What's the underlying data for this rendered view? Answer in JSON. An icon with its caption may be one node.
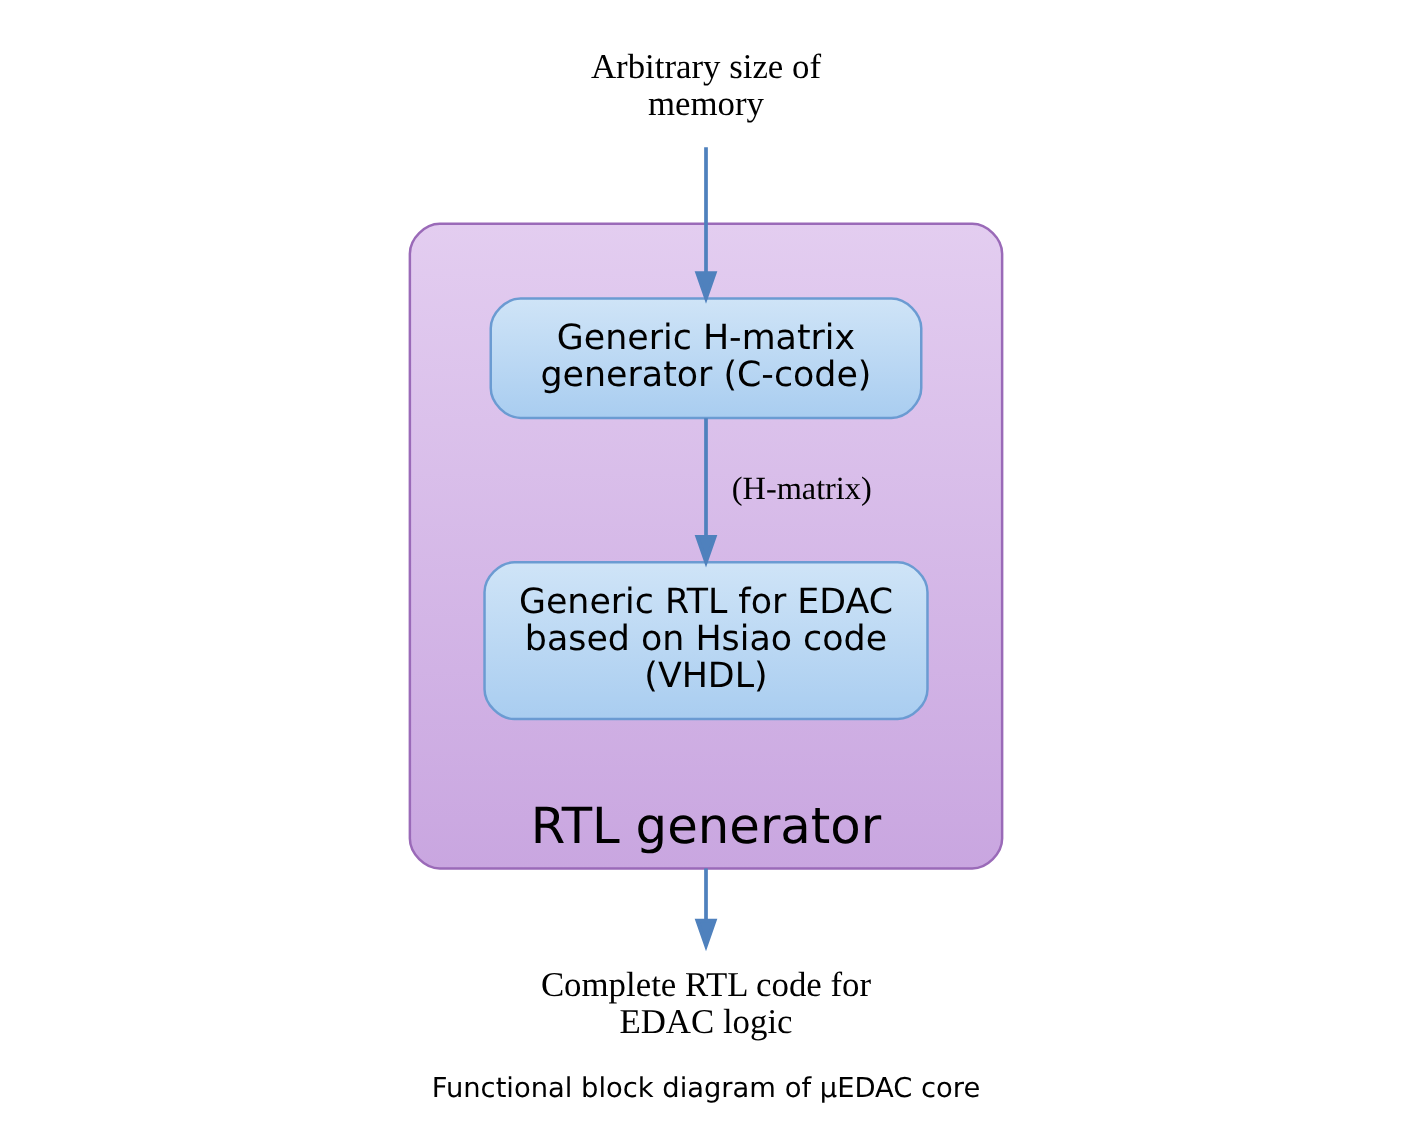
{
  "diagram": {
    "caption": "Functional block diagram of µEDAC core",
    "nodes": [
      {
        "text": [
          "RTL generator"
        ]
      },
      {
        "text": [
          "Generic H-matrix generator (C-code)"
        ],
        "in": 0
      },
      {
        "text": [
          "Generic RTL for EDAC based on Hsiao code (VHDL)"
        ],
        "in": 0
      },
      {
        "text": [
          "Arbitrary size of memory"
        ]
      },
      {
        "text": [
          "Complete RTL code for EDAC logic"
        ]
      }
    ],
    "edges": [
      {
        "from": 3,
        "to": 1,
        "arrow": "to"
      },
      {
        "from": 1,
        "to": 2,
        "arrow": "to",
        "label": "(H-matrix)"
      },
      {
        "from": 0,
        "to": 4,
        "arrow": "to"
      }
    ]
  }
}
